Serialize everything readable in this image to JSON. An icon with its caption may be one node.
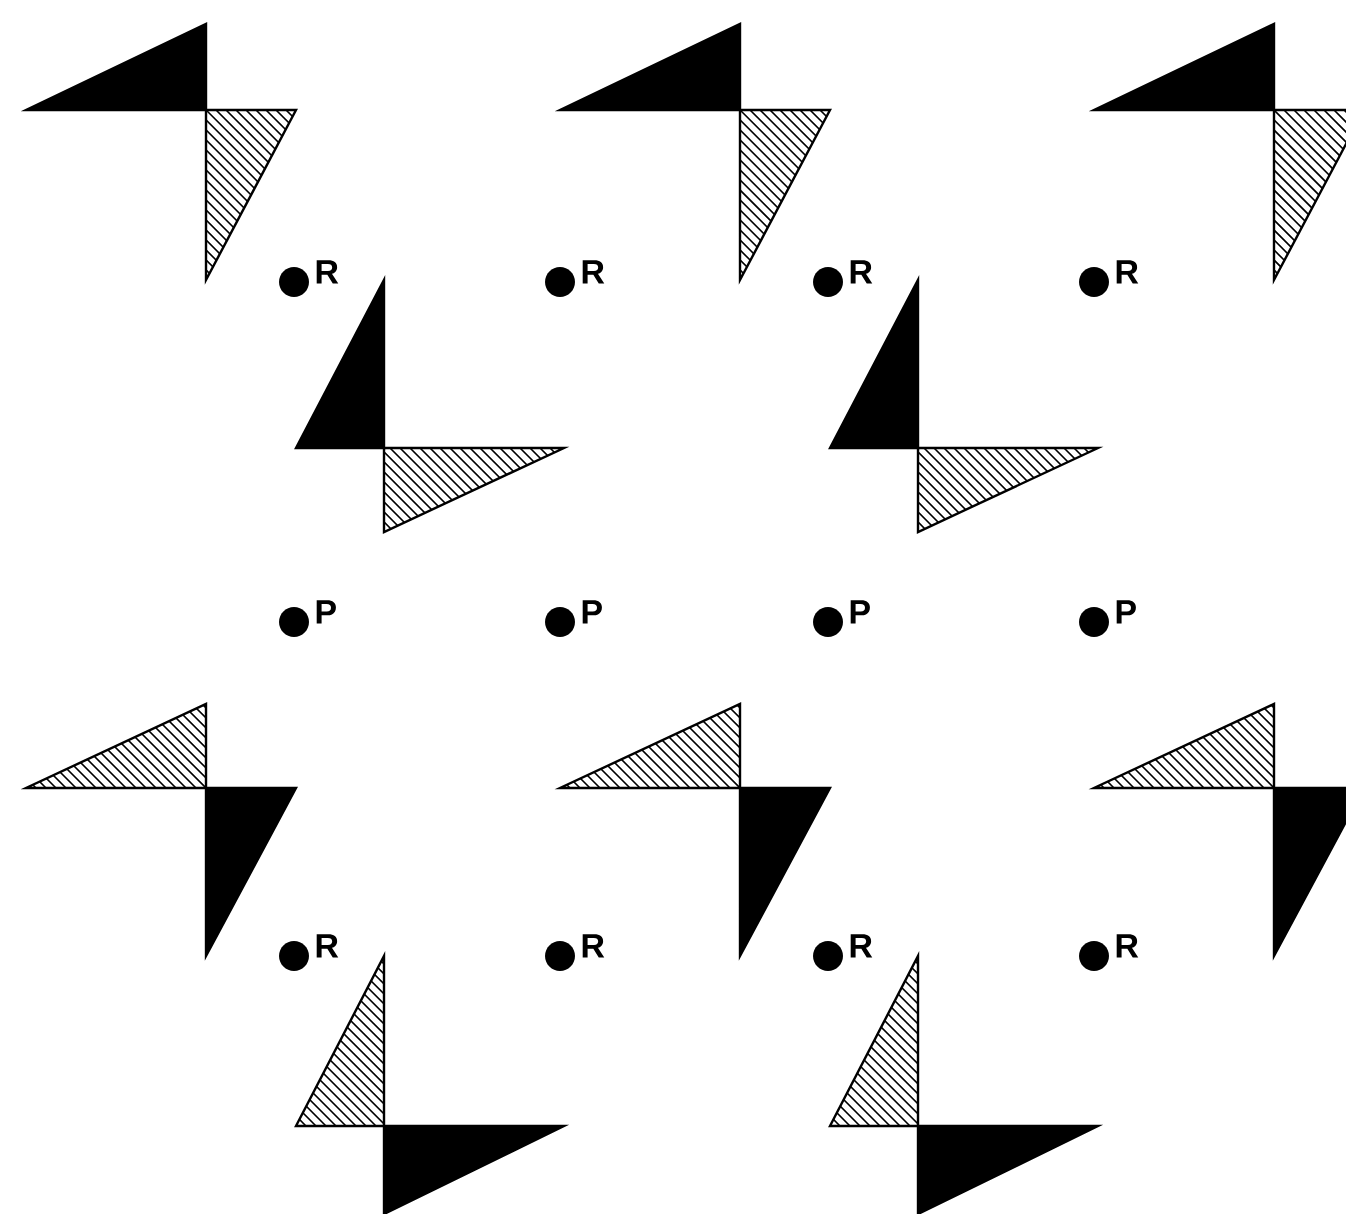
{
  "diagram": {
    "labels": [
      "R",
      "R",
      "R",
      "R",
      "P",
      "P",
      "P",
      "P",
      "R",
      "R",
      "R",
      "R"
    ]
  }
}
